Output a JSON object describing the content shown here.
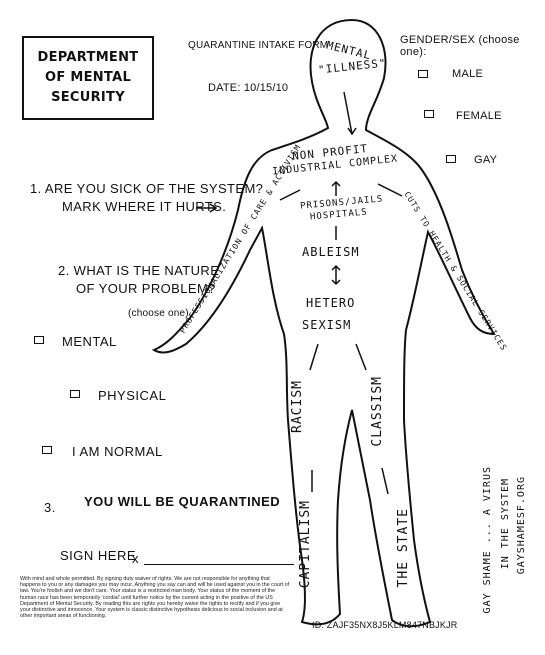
{
  "header": {
    "department_lines": [
      "DEPARTMENT",
      "OF MENTAL",
      "SECURITY"
    ],
    "form_title": "QUARANTINE INTAKE FORM",
    "date": "DATE: 10/15/10"
  },
  "gender": {
    "label": "GENDER/SEX (choose one):",
    "options": [
      "MALE",
      "FEMALE",
      "GAY"
    ]
  },
  "questions": {
    "q1_line1": "1. ARE YOU SICK OF THE SYSTEM?",
    "q1_line2": "MARK WHERE IT HURTS.",
    "q1_arrow": "→",
    "q2_line1": "2. WHAT IS THE NATURE",
    "q2_line2": "OF YOUR PROBLEM?",
    "q2_choose": "(choose one)",
    "q2_options": [
      "MENTAL",
      "PHYSICAL",
      "I AM NORMAL"
    ],
    "q3_number": "3.",
    "q3_text": "YOU WILL BE QUARANTINED"
  },
  "signature": {
    "label": "SIGN HERE",
    "x": "x"
  },
  "fine_print": "With mind and whole permitted. By signing duty waiver of rights. We are not responsible for anything that happens to you or any damages you may incur. Anything you say can and will be used against you in the court of law. You're foolish and we don't care. Your status is a restricted man body. Your status of the moment of the human race has been temporarily 'cordial' until further notice by the current acting in the positive of the US Department of Mental Security. By reading this are rights you hereby waive the rights to rectify and if you give your distinctive and innocence. Your system is classic distinctive hypothesis delicious to social inclusion and at other important areas of functioning.",
  "body_labels": {
    "head_top": "MENTAL",
    "head_bottom": "\"ILLNESS\"",
    "chest_line1": "NON PROFIT",
    "chest_line2": "INDUSTRIAL COMPLEX",
    "prisons_line1": "PRISONS/JAILS",
    "prisons_line2": "HOSPITALS",
    "ableism": "ABLEISM",
    "hetero": "HETERO",
    "sexism": "SEXISM",
    "left_arm": "PROFESSIONALIZATION OF CARE & ACTIVISM",
    "right_arm": "CUTS TO HEALTH & SOCIAL SERVICES",
    "racism": "RACISM",
    "classism": "CLASSISM",
    "capitalism": "CAPITALISM",
    "the_state": "THE STATE"
  },
  "footer": {
    "id": "ID: ZAJF35NX8J5KLM847NBJKJR",
    "side_line1": "GAY SHAME ... A VIRUS",
    "side_line2": "IN THE SYSTEM",
    "side_line3": "GAYSHAMESF.ORG"
  }
}
